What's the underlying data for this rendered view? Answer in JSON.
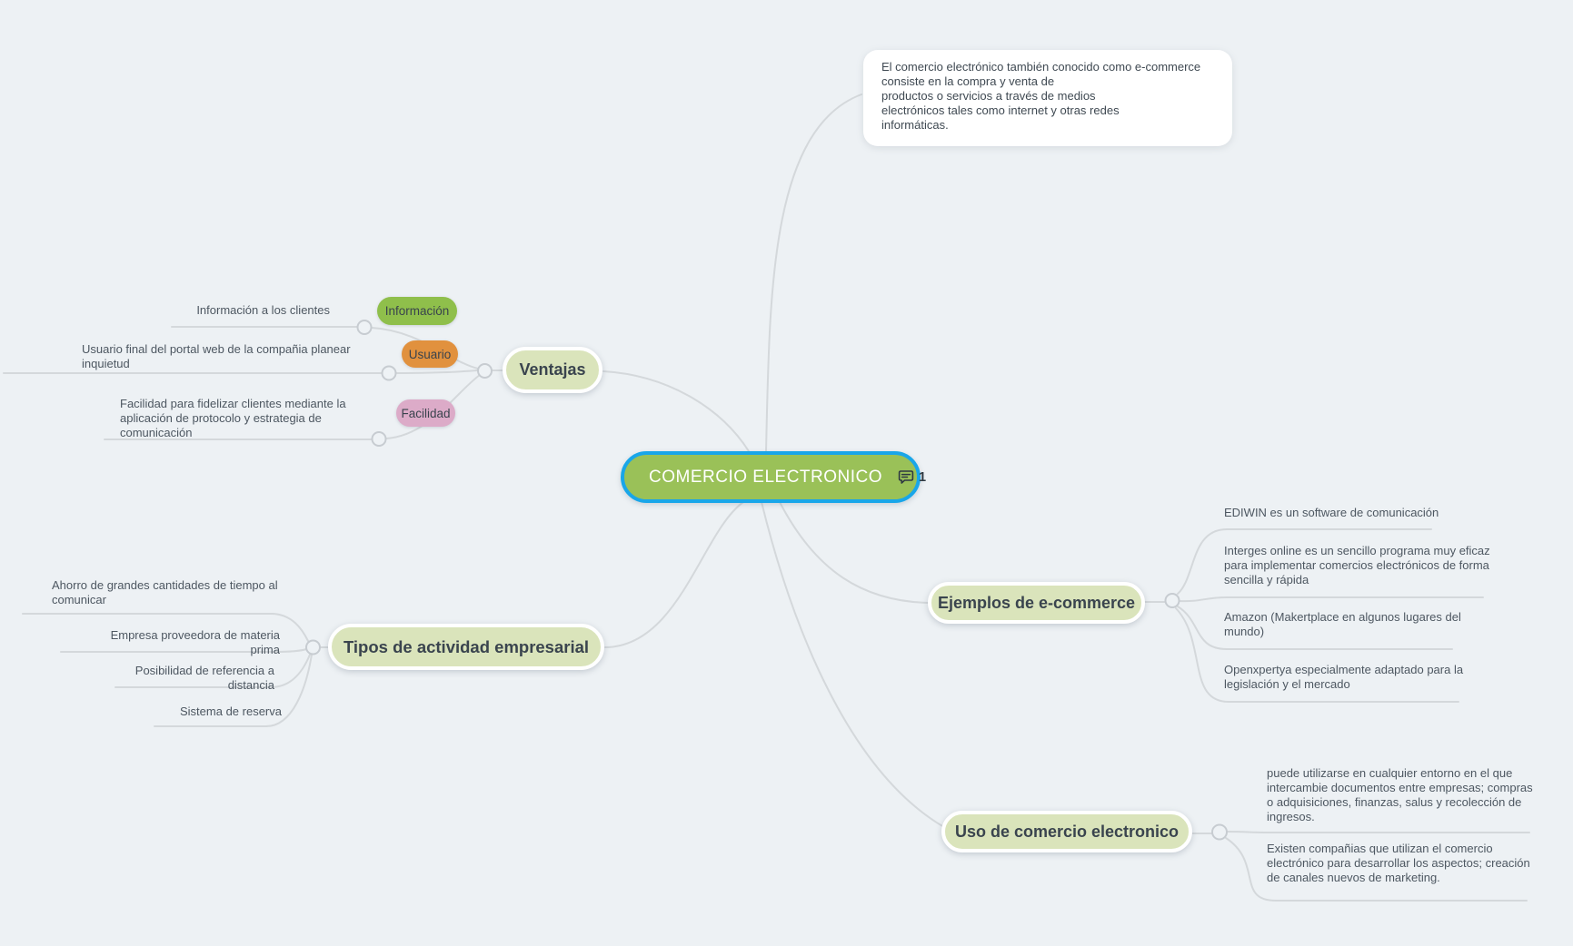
{
  "root": {
    "label": "COMERCIO ELECTRONICO",
    "comment_count": "1"
  },
  "note": {
    "text": "El comercio electrónico también conocido como e-commerce\nconsiste en la compra y venta de\nproductos o servicios a través de medios\nelectrónicos tales como internet y otras redes\ninformáticas."
  },
  "branches": {
    "ventajas": {
      "label": "Ventajas",
      "children": {
        "informacion": {
          "pill": "Información",
          "text": "Información a los clientes"
        },
        "usuario": {
          "pill": "Usuario",
          "text": "Usuario final del portal web de la compañia planear\ninquietud"
        },
        "facilidad": {
          "pill": "Facilidad",
          "text": "Facilidad para fidelizar clientes mediante la\naplicación de protocolo y estrategia de\ncomunicación"
        }
      }
    },
    "tipos": {
      "label": "Tipos de actividad empresarial",
      "children": {
        "ahorro": {
          "text": "Ahorro de grandes cantidades de tiempo al\ncomunicar"
        },
        "empresa": {
          "text": "Empresa proveedora de materia prima"
        },
        "posibilidad": {
          "text": "Posibilidad de referencia a distancia"
        },
        "sistema": {
          "text": "Sistema de reserva"
        }
      }
    },
    "ejemplos": {
      "label": "Ejemplos de e-commerce",
      "children": {
        "ediwin": {
          "text": "EDIWIN es un software de comunicación"
        },
        "interges": {
          "text": "Interges online es un sencillo programa muy eficaz\npara implementar comercios electrónicos de forma\nsencilla y rápida"
        },
        "amazon": {
          "text": "Amazon (Makertplace en algunos lugares del\nmundo)"
        },
        "openxpertya": {
          "text": "Openxpertya especialmente adaptado para la\nlegislación y el mercado"
        }
      }
    },
    "uso": {
      "label": "Uso de comercio electronico",
      "children": {
        "puede": {
          "text": "puede utilizarse en cualquier entorno en el que\nintercambie documentos entre empresas; compras\no adquisiciones, finanzas, salus y recolección de\ningresos."
        },
        "existen": {
          "text": "Existen compañias que utilizan el comercio\nelectrónico para desarrollar los aspectos; creación\nde canales nuevos de marketing."
        }
      }
    }
  },
  "colors": {
    "background": "#edf1f4",
    "root_fill": "#9ac158",
    "root_border": "#19a6e9",
    "topic_fill": "#dae4bb",
    "pill_informacion": "#8fbf4b",
    "pill_usuario": "#e1913e",
    "pill_facilidad": "#dcabc8",
    "connector": "#d4d8db",
    "text_dark": "#3a444e",
    "text_label": "#4d5761"
  }
}
